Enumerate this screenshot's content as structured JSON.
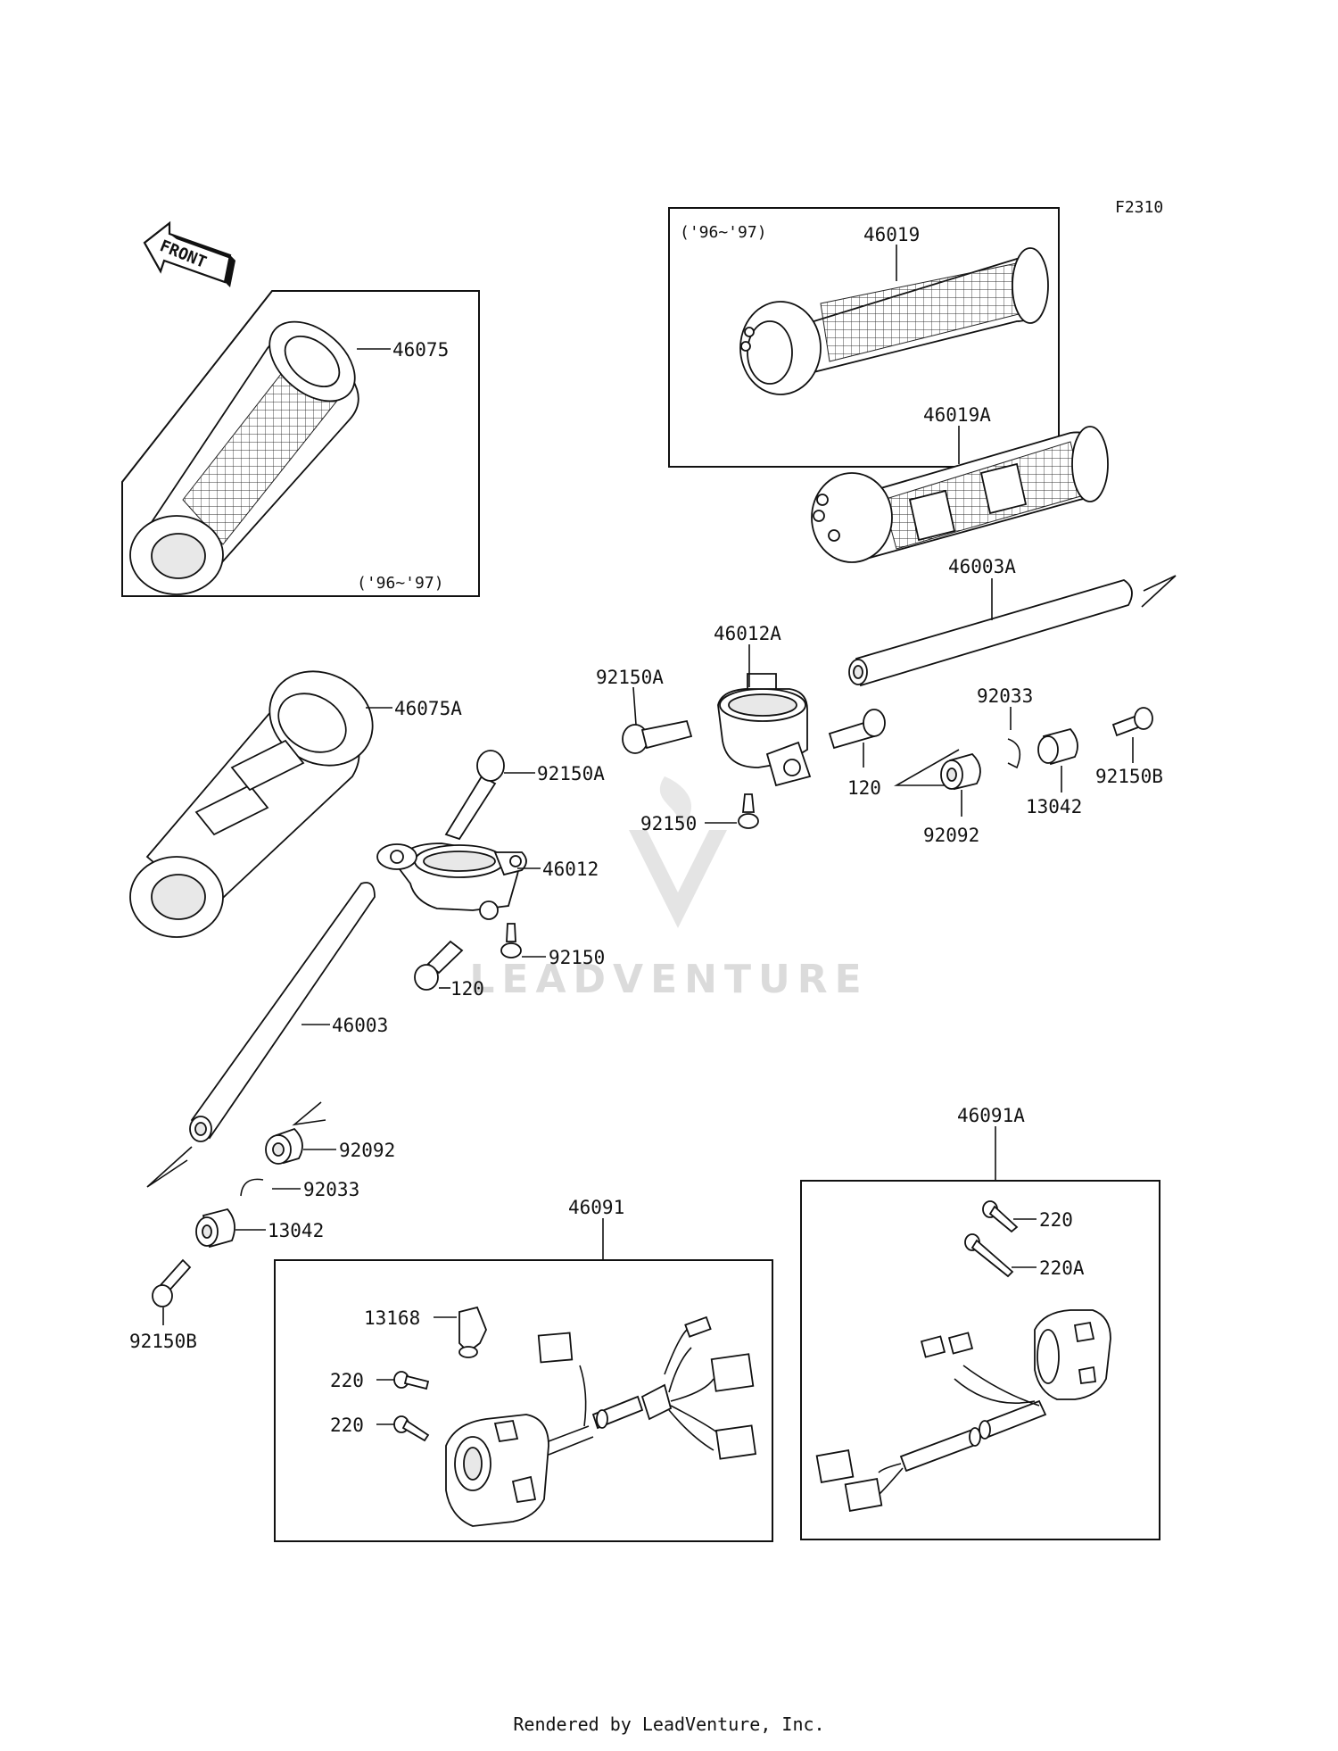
{
  "diagram_code": "F2310",
  "front_arrow": "FRONT",
  "watermark": "LEADVENTURE",
  "footer": "Rendered by LeadVenture, Inc.",
  "box_year_label": "('96~'97)",
  "labels": {
    "p46075": "46075",
    "p46075A": "46075A",
    "p46019": "46019",
    "p46019A": "46019A",
    "p46003A": "46003A",
    "p46012A": "46012A",
    "p92150A_top": "92150A",
    "p92150A_mid": "92150A",
    "p92150_top": "92150",
    "p120_top": "120",
    "p92033_top": "92033",
    "p92092_top": "92092",
    "p13042_top": "13042",
    "p92150B_top": "92150B",
    "p46012": "46012",
    "p92150_mid": "92150",
    "p120_mid": "120",
    "p46003": "46003",
    "p92092_bot": "92092",
    "p92033_bot": "92033",
    "p13042_bot": "13042",
    "p92150B_bot": "92150B",
    "p46091": "46091",
    "p13168": "13168",
    "p220_a": "220",
    "p220_b": "220",
    "p46091A": "46091A",
    "p220_r": "220",
    "p220A_r": "220A"
  }
}
